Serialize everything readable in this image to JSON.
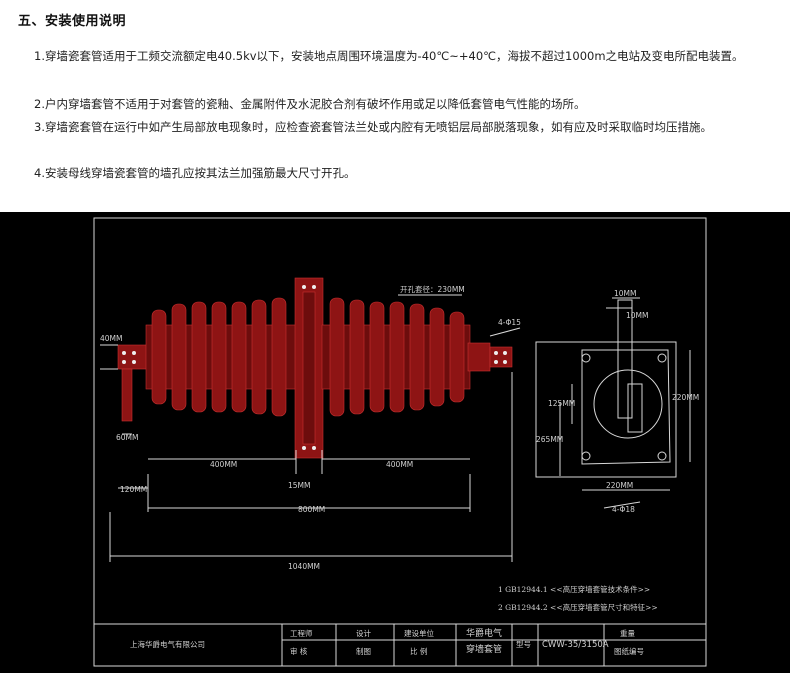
{
  "section": {
    "title": "五、安装使用说明",
    "paragraphs": [
      "1.穿墙瓷套管适用于工频交流额定电40.5kv以下，安装地点周围环境温度为-40℃~+40℃，海拔不超过1000m之电站及变电所配电装置。",
      "2.户内穿墙套管不适用于对套管的瓷釉、金属附件及水泥胶合剂有破坏作用或足以降低套管电气性能的场所。",
      "3.穿墙瓷套管在运行中如产生局部放电现象时，应检查瓷套管法兰处或内腔有无喷铝层局部脱落现象，如有应及时采取临时均压措施。",
      "4.安装母线穿墙瓷套管的墙孔应按其法兰加强筋最大尺寸开孔。"
    ]
  },
  "drawing": {
    "dims": {
      "hole_size": "开孔套径：230MM",
      "holes_4": "4-Φ15",
      "d40": "40MM",
      "d60": "60MM",
      "d400a": "400MM",
      "d400b": "400MM",
      "d15": "15MM",
      "d120": "120MM",
      "d800": "800MM",
      "d1040": "1040MM",
      "d10a": "10MM",
      "d10b": "10MM",
      "d125": "125MM",
      "d220a": "220MM",
      "d265": "265MM",
      "d220b": "220MM",
      "holes_18": "4-Φ18"
    },
    "notes": [
      "1 GB12944.1 <<高压穿墙套管技术条件>>",
      "2 GB12944.2 <<高压穿墙套管尺寸和特征>>"
    ],
    "title_block": {
      "company": "上海华爵电气有限公司",
      "engineer": "工程师",
      "reviewer": "审 核",
      "designer": "设计",
      "drafter": "制图",
      "unit": "建设单位",
      "ratio": "比 例",
      "product_line1": "华爵电气",
      "product_line2": "穿墙套管",
      "model_label": "型号",
      "model_value": "CWW-35/3150A",
      "weight_label": "重量",
      "drawing_no_label": "图纸编号"
    }
  }
}
